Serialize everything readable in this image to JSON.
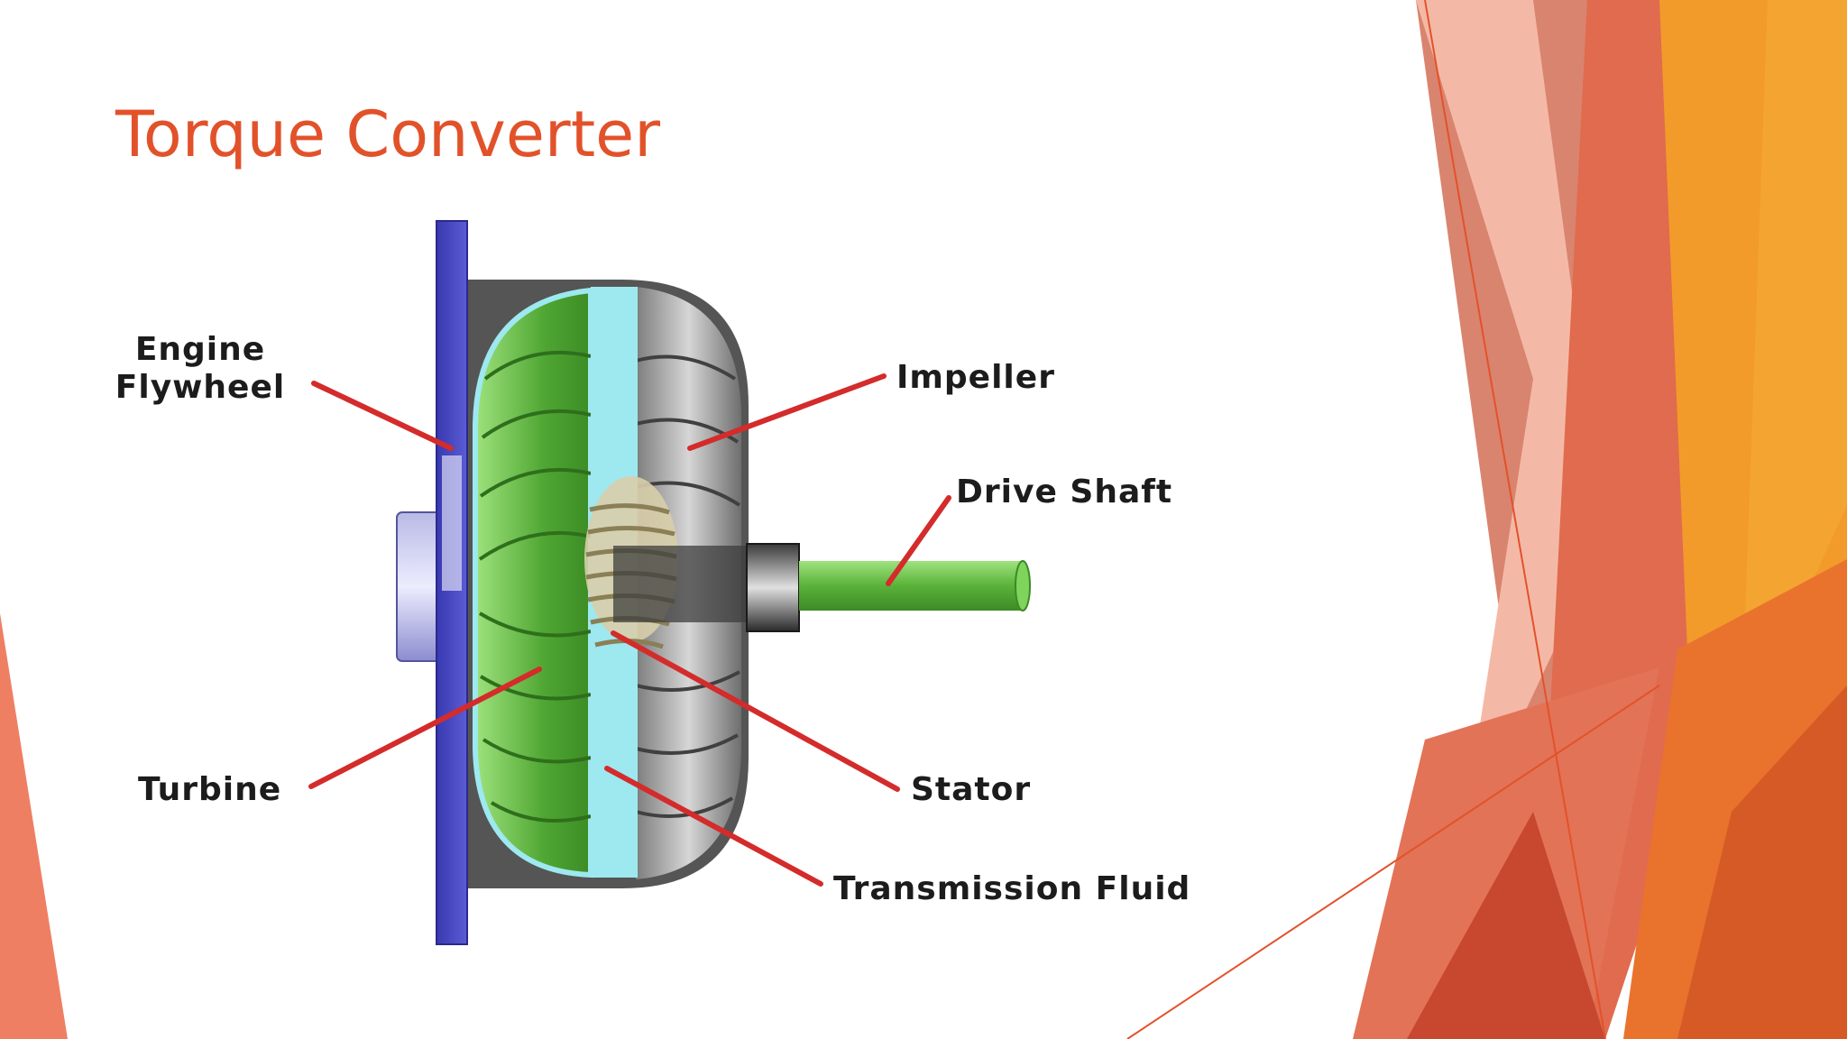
{
  "slide": {
    "title": "Torque Converter",
    "accent_color": "#e2522a"
  },
  "diagram": {
    "labels": {
      "engine_line1": "Engine",
      "engine_line2": "Flywheel",
      "impeller": "Impeller",
      "drive_shaft": "Drive Shaft",
      "turbine": "Turbine",
      "stator": "Stator",
      "transmission_fluid": "Transmission Fluid"
    },
    "colors": {
      "flywheel": "#4a4ac0",
      "turbine": "#5cb83a",
      "fluid": "#9ee8f0",
      "impeller": "#9a9a9a",
      "shaft": "#6cc24a",
      "pointer": "#d42b2b"
    }
  }
}
